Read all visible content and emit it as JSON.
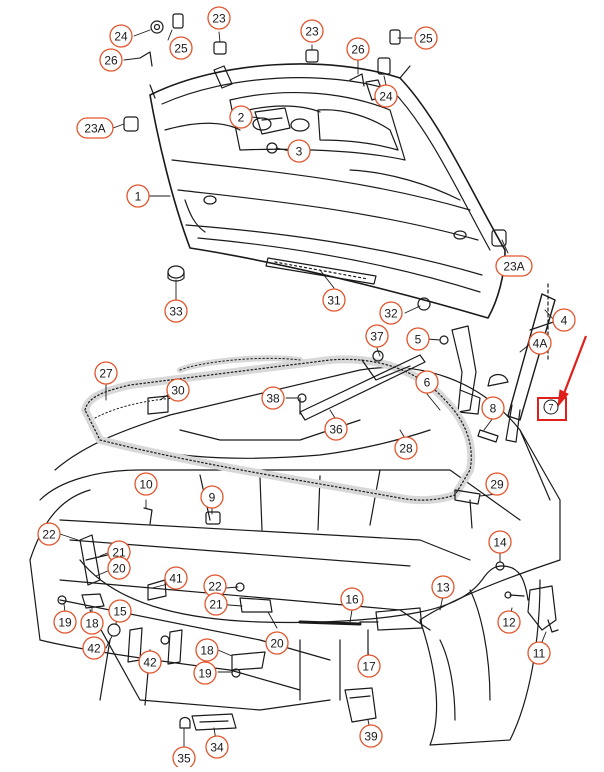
{
  "colors": {
    "line": "#1a1a1a",
    "callout": "#e2542b",
    "callout_text": "#1a1a1a",
    "highlight": "#e0201a",
    "background": "#ffffff"
  },
  "callouts": [
    {
      "id": "c24a",
      "label": "24"
    },
    {
      "id": "c25a",
      "label": "25"
    },
    {
      "id": "c26a",
      "label": "26"
    },
    {
      "id": "c23a",
      "label": "23"
    },
    {
      "id": "c23b",
      "label": "23"
    },
    {
      "id": "c25b",
      "label": "25"
    },
    {
      "id": "c26b",
      "label": "26"
    },
    {
      "id": "c24b",
      "label": "24"
    },
    {
      "id": "c23Aa",
      "label": "23A"
    },
    {
      "id": "c2",
      "label": "2"
    },
    {
      "id": "c3",
      "label": "3"
    },
    {
      "id": "c1",
      "label": "1"
    },
    {
      "id": "c23Ab",
      "label": "23A"
    },
    {
      "id": "c33",
      "label": "33"
    },
    {
      "id": "c31",
      "label": "31"
    },
    {
      "id": "c32",
      "label": "32"
    },
    {
      "id": "c4",
      "label": "4"
    },
    {
      "id": "c37",
      "label": "37"
    },
    {
      "id": "c5",
      "label": "5"
    },
    {
      "id": "c4A",
      "label": "4A"
    },
    {
      "id": "c27",
      "label": "27"
    },
    {
      "id": "c30",
      "label": "30"
    },
    {
      "id": "c6",
      "label": "6"
    },
    {
      "id": "c38",
      "label": "38"
    },
    {
      "id": "c8",
      "label": "8"
    },
    {
      "id": "c36",
      "label": "36"
    },
    {
      "id": "c28",
      "label": "28"
    },
    {
      "id": "c10",
      "label": "10"
    },
    {
      "id": "c9",
      "label": "9"
    },
    {
      "id": "c29",
      "label": "29"
    },
    {
      "id": "c22a",
      "label": "22"
    },
    {
      "id": "c21a",
      "label": "21"
    },
    {
      "id": "c20a",
      "label": "20"
    },
    {
      "id": "c14",
      "label": "14"
    },
    {
      "id": "c22b",
      "label": "22"
    },
    {
      "id": "c41",
      "label": "41"
    },
    {
      "id": "c21b",
      "label": "21"
    },
    {
      "id": "c13",
      "label": "13"
    },
    {
      "id": "c19a",
      "label": "19"
    },
    {
      "id": "c18a",
      "label": "18"
    },
    {
      "id": "c15",
      "label": "15"
    },
    {
      "id": "c16",
      "label": "16"
    },
    {
      "id": "c12",
      "label": "12"
    },
    {
      "id": "c42a",
      "label": "42"
    },
    {
      "id": "c42b",
      "label": "42"
    },
    {
      "id": "c20b",
      "label": "20"
    },
    {
      "id": "c18b",
      "label": "18"
    },
    {
      "id": "c19b",
      "label": "19"
    },
    {
      "id": "c11",
      "label": "11"
    },
    {
      "id": "c17",
      "label": "17"
    },
    {
      "id": "c39",
      "label": "39"
    },
    {
      "id": "c35",
      "label": "35"
    },
    {
      "id": "c34",
      "label": "34"
    }
  ],
  "marker": {
    "label": "7"
  }
}
